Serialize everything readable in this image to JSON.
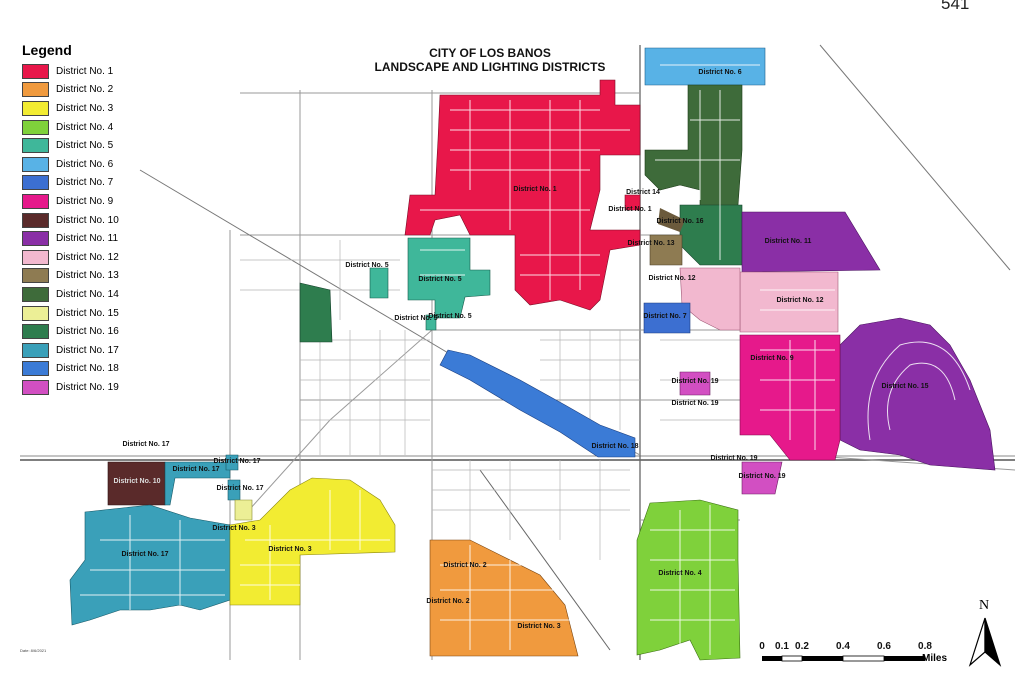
{
  "page_number": "541",
  "map": {
    "title_line1": "CITY OF LOS BANOS",
    "title_line2": "LANDSCAPE AND LIGHTING DISTRICTS"
  },
  "legend": {
    "title": "Legend",
    "items": [
      {
        "label": "District No. 1",
        "color": "#e8174a"
      },
      {
        "label": "District No. 2",
        "color": "#f09a3e"
      },
      {
        "label": "District No. 3",
        "color": "#f2ec32"
      },
      {
        "label": "District No. 4",
        "color": "#7fd13b"
      },
      {
        "label": "District No. 5",
        "color": "#3fb79a"
      },
      {
        "label": "District No. 6",
        "color": "#58b2e6"
      },
      {
        "label": "District No. 7",
        "color": "#3c6fd1"
      },
      {
        "label": "District No. 9",
        "color": "#e6198b"
      },
      {
        "label": "District No. 10",
        "color": "#5a2a2a"
      },
      {
        "label": "District No. 11",
        "color": "#8a2fa6"
      },
      {
        "label": "District No. 12",
        "color": "#f2b8cf"
      },
      {
        "label": "District No. 13",
        "color": "#8e7b52"
      },
      {
        "label": "District No. 14",
        "color": "#3e6b3a"
      },
      {
        "label": "District No. 15",
        "color": "#ecef96"
      },
      {
        "label": "District No. 16",
        "color": "#2e7d4e"
      },
      {
        "label": "District No. 17",
        "color": "#3aa0b9"
      },
      {
        "label": "District No. 18",
        "color": "#3b7bd6"
      },
      {
        "label": "District No. 19",
        "color": "#d24fc2"
      }
    ]
  },
  "district_labels": {
    "d1a": "District No. 1",
    "d1b": "District No. 1",
    "d14": "District 14",
    "d16": "District No. 16",
    "d13": "District No. 13",
    "d6": "District No. 6",
    "d11": "District No. 11",
    "d12a": "District No. 12",
    "d12b": "District No. 12",
    "d5a": "District No. 5",
    "d5b": "District No. 5",
    "d5c": "District No. 5",
    "d5d": "District No. 5",
    "d7": "District No. 7",
    "d9": "District No. 9",
    "d15": "District No. 15",
    "d19a": "District No. 19",
    "d19b": "District No. 19",
    "d19c": "District No. 19",
    "d19d": "District No. 19",
    "d18": "District No. 18",
    "d17a": "District No. 17",
    "d17b": "District No. 17",
    "d17c": "District No. 17",
    "d17d": "District No. 17",
    "d17e": "District No. 17",
    "d10": "District No. 10",
    "d3a": "District No. 3",
    "d3b": "District No. 3",
    "d2": "District No. 2",
    "d2b": "District No. 2",
    "d4": "District No. 4"
  },
  "scale": {
    "ticks": [
      "0",
      "0.1",
      "0.2",
      "0.4",
      "0.6",
      "0.8"
    ],
    "units": "Miles"
  },
  "north": "N",
  "date_note": "Date: 8/6/2021"
}
